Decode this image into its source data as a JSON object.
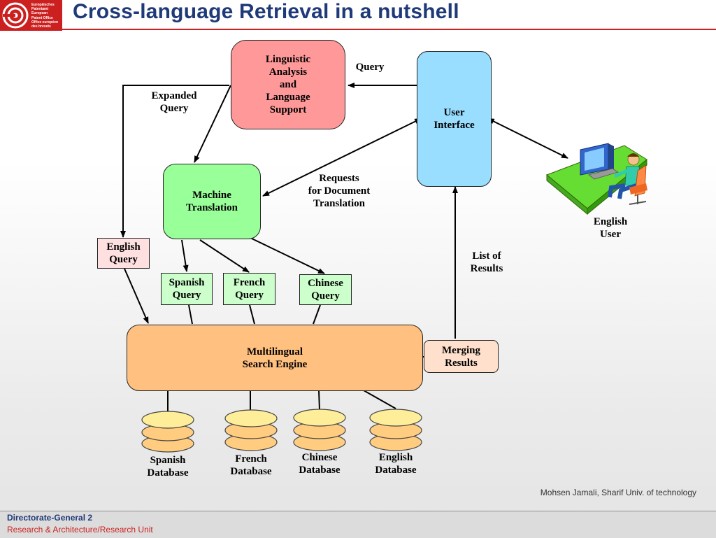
{
  "header": {
    "title": "Cross-language Retrieval in a nutshell",
    "logo_lines": [
      "Europäisches",
      "Patentamt",
      "European",
      "Patent Office",
      "Office européen",
      "des brevets"
    ]
  },
  "diagram": {
    "nodes": {
      "linguistic": "Linguistic\nAnalysis\nand\nLanguage\nSupport",
      "user_interface": "User\nInterface",
      "machine_translation": "Machine\nTranslation",
      "english_query": "English\nQuery",
      "spanish_query": "Spanish\nQuery",
      "french_query": "French\nQuery",
      "chinese_query": "Chinese\nQuery",
      "search_engine": "Multilingual\nSearch Engine",
      "merging": "Merging\nResults"
    },
    "labels": {
      "query": "Query",
      "expanded_query": "Expanded\nQuery",
      "requests": "Requests\nfor Document\nTranslation",
      "list_of_results": "List of\nResults",
      "english_user": "English\nUser"
    },
    "databases": [
      {
        "label": "Spanish\nDatabase"
      },
      {
        "label": "French\nDatabase"
      },
      {
        "label": "Chinese\nDatabase"
      },
      {
        "label": "English\nDatabase"
      }
    ]
  },
  "credit": "Mohsen Jamali, Sharif Univ. of technology",
  "footer": {
    "line1": "Directorate-General 2",
    "line2": "Research & Architecture/Research Unit"
  },
  "colors": {
    "title": "#1f3a78",
    "brand_red": "#cc1f1f",
    "linguistic_fill": "#ff9999",
    "ui_fill": "#99ddff",
    "mt_fill": "#99ff99",
    "query_green_fill": "#ccffcc",
    "english_query_fill": "#ffe0e0",
    "engine_fill": "#ffc080",
    "merging_fill": "#ffe0cc",
    "db_fill": "#ffcc80"
  }
}
